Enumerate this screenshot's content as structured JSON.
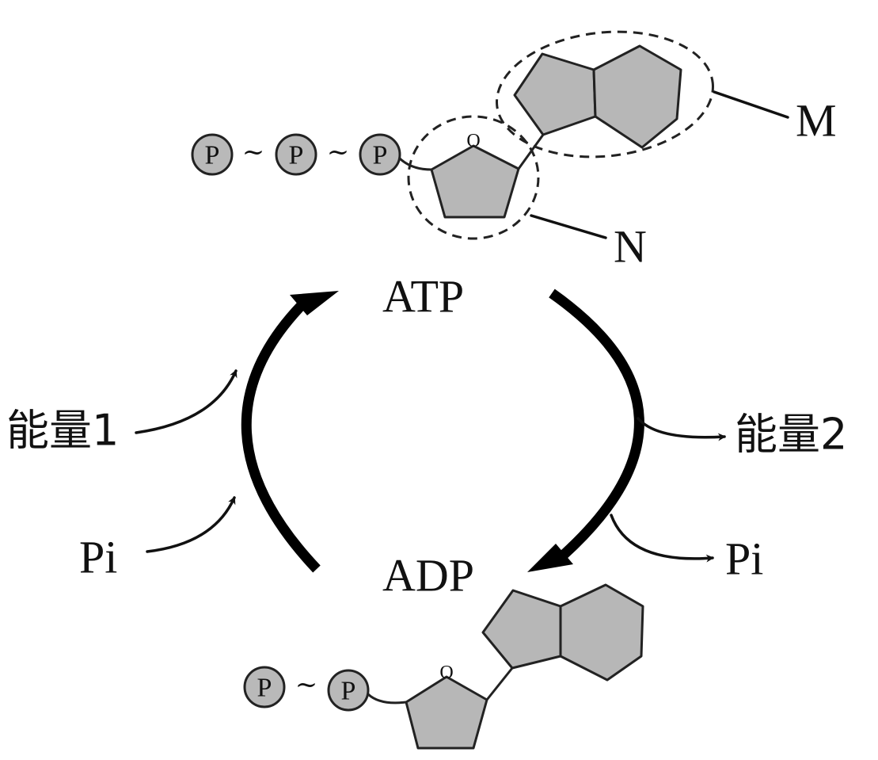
{
  "labels": {
    "atp": "ATP",
    "adp": "ADP",
    "energy_in": "能量1",
    "energy_out": "能量2",
    "pi_in": "Pi",
    "pi_out": "Pi",
    "region_base": "M",
    "region_sugar": "N"
  },
  "molecule": {
    "phosphate_letter": "P",
    "bond_symbol": "~",
    "ring_oxygen": "O",
    "atp_phosphate_count": 3,
    "adp_phosphate_count": 2
  }
}
